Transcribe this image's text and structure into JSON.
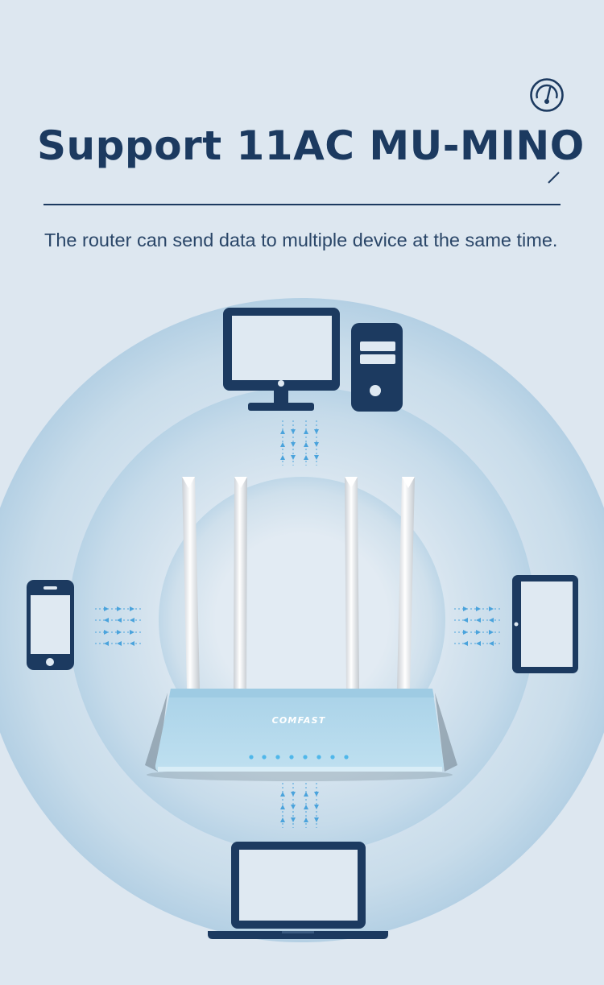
{
  "heading": {
    "title": "Support 11AC MU-MINO",
    "subtitle": "The router can send data to multiple device at the same time."
  },
  "router": {
    "brand": "COMFAST"
  },
  "colors": {
    "background": "#dde7f0",
    "navy": "#1c3a60",
    "ring": "#bcd5e6",
    "router_body": "#b6d8ea",
    "arrow": "#4aa3dc"
  },
  "icons": [
    "gauge-icon",
    "desktop-monitor-icon",
    "pc-tower-icon",
    "smartphone-icon",
    "tablet-icon",
    "laptop-icon"
  ]
}
